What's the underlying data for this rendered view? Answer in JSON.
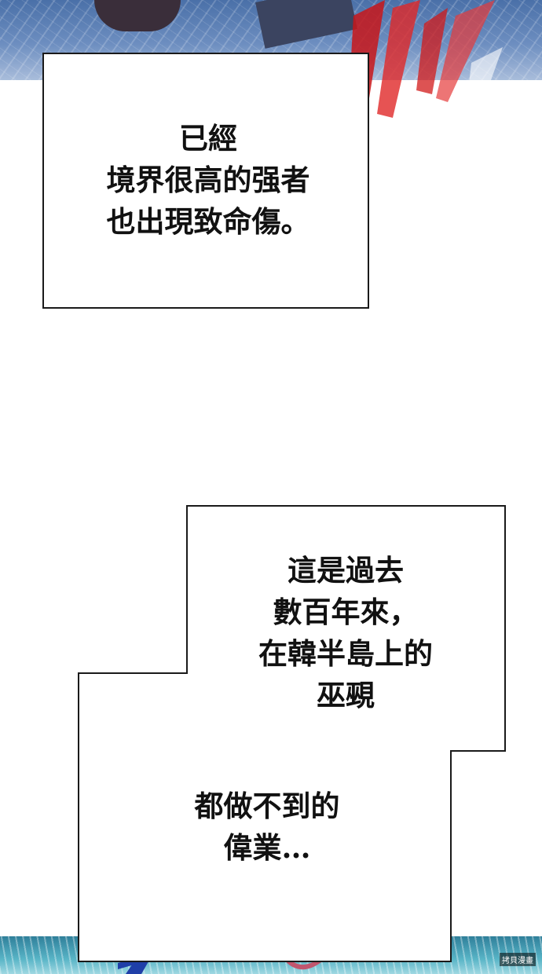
{
  "panel_top": {
    "colors": {
      "sky": "#5a7fb6",
      "streak": "#d11a1a"
    }
  },
  "captions": [
    {
      "lines": [
        "已經",
        "境界很高的强者",
        "也出現致命傷。"
      ]
    },
    {
      "lines": [
        "這是過去",
        "數百年來，",
        "在韓半島上的",
        "巫覡"
      ]
    },
    {
      "lines": [
        "都做不到的",
        "偉業…"
      ]
    }
  ],
  "panel_bottom": {
    "colors": {
      "water": "#3d93ab",
      "accent_blue": "#1f3fa8",
      "accent_pink": "#c0566e"
    }
  },
  "watermark": {
    "text": "拷貝漫畫"
  }
}
